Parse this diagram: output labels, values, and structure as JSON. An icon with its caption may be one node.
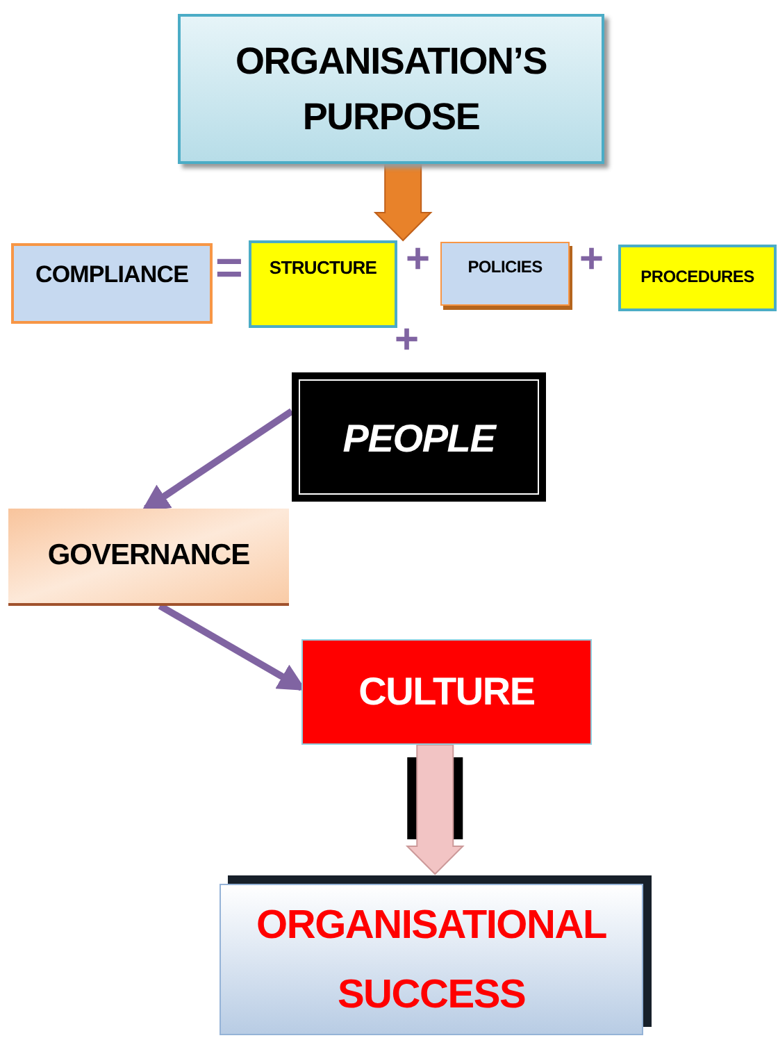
{
  "diagram": {
    "nodes": [
      {
        "text": [
          "ORGANISATION’S PURPOSE"
        ]
      },
      {
        "text": [
          "COMPLIANCE"
        ]
      },
      {
        "text": [
          "STRUCTURE"
        ]
      },
      {
        "text": [
          "POLICIES"
        ]
      },
      {
        "text": [
          "PROCEDURES"
        ]
      },
      {
        "text": [
          "PEOPLE"
        ]
      },
      {
        "text": [
          "GOVERNANCE"
        ]
      },
      {
        "text": [
          "CULTURE"
        ]
      },
      {
        "text": [
          "ORGANISATIONAL SUCCESS"
        ]
      }
    ],
    "edges": [
      {
        "from": 0,
        "to": 2,
        "arrow": "to",
        "style": "thick",
        "color": "#e8822a"
      },
      {
        "from": 5,
        "to": 6,
        "arrow": "to"
      },
      {
        "from": 6,
        "to": 7,
        "arrow": "to"
      },
      {
        "from": 7,
        "to": 8,
        "arrow": "to",
        "style": "thick",
        "color": "#f2c4c4"
      }
    ],
    "labels": [
      "=",
      "+",
      "+",
      "+"
    ]
  }
}
